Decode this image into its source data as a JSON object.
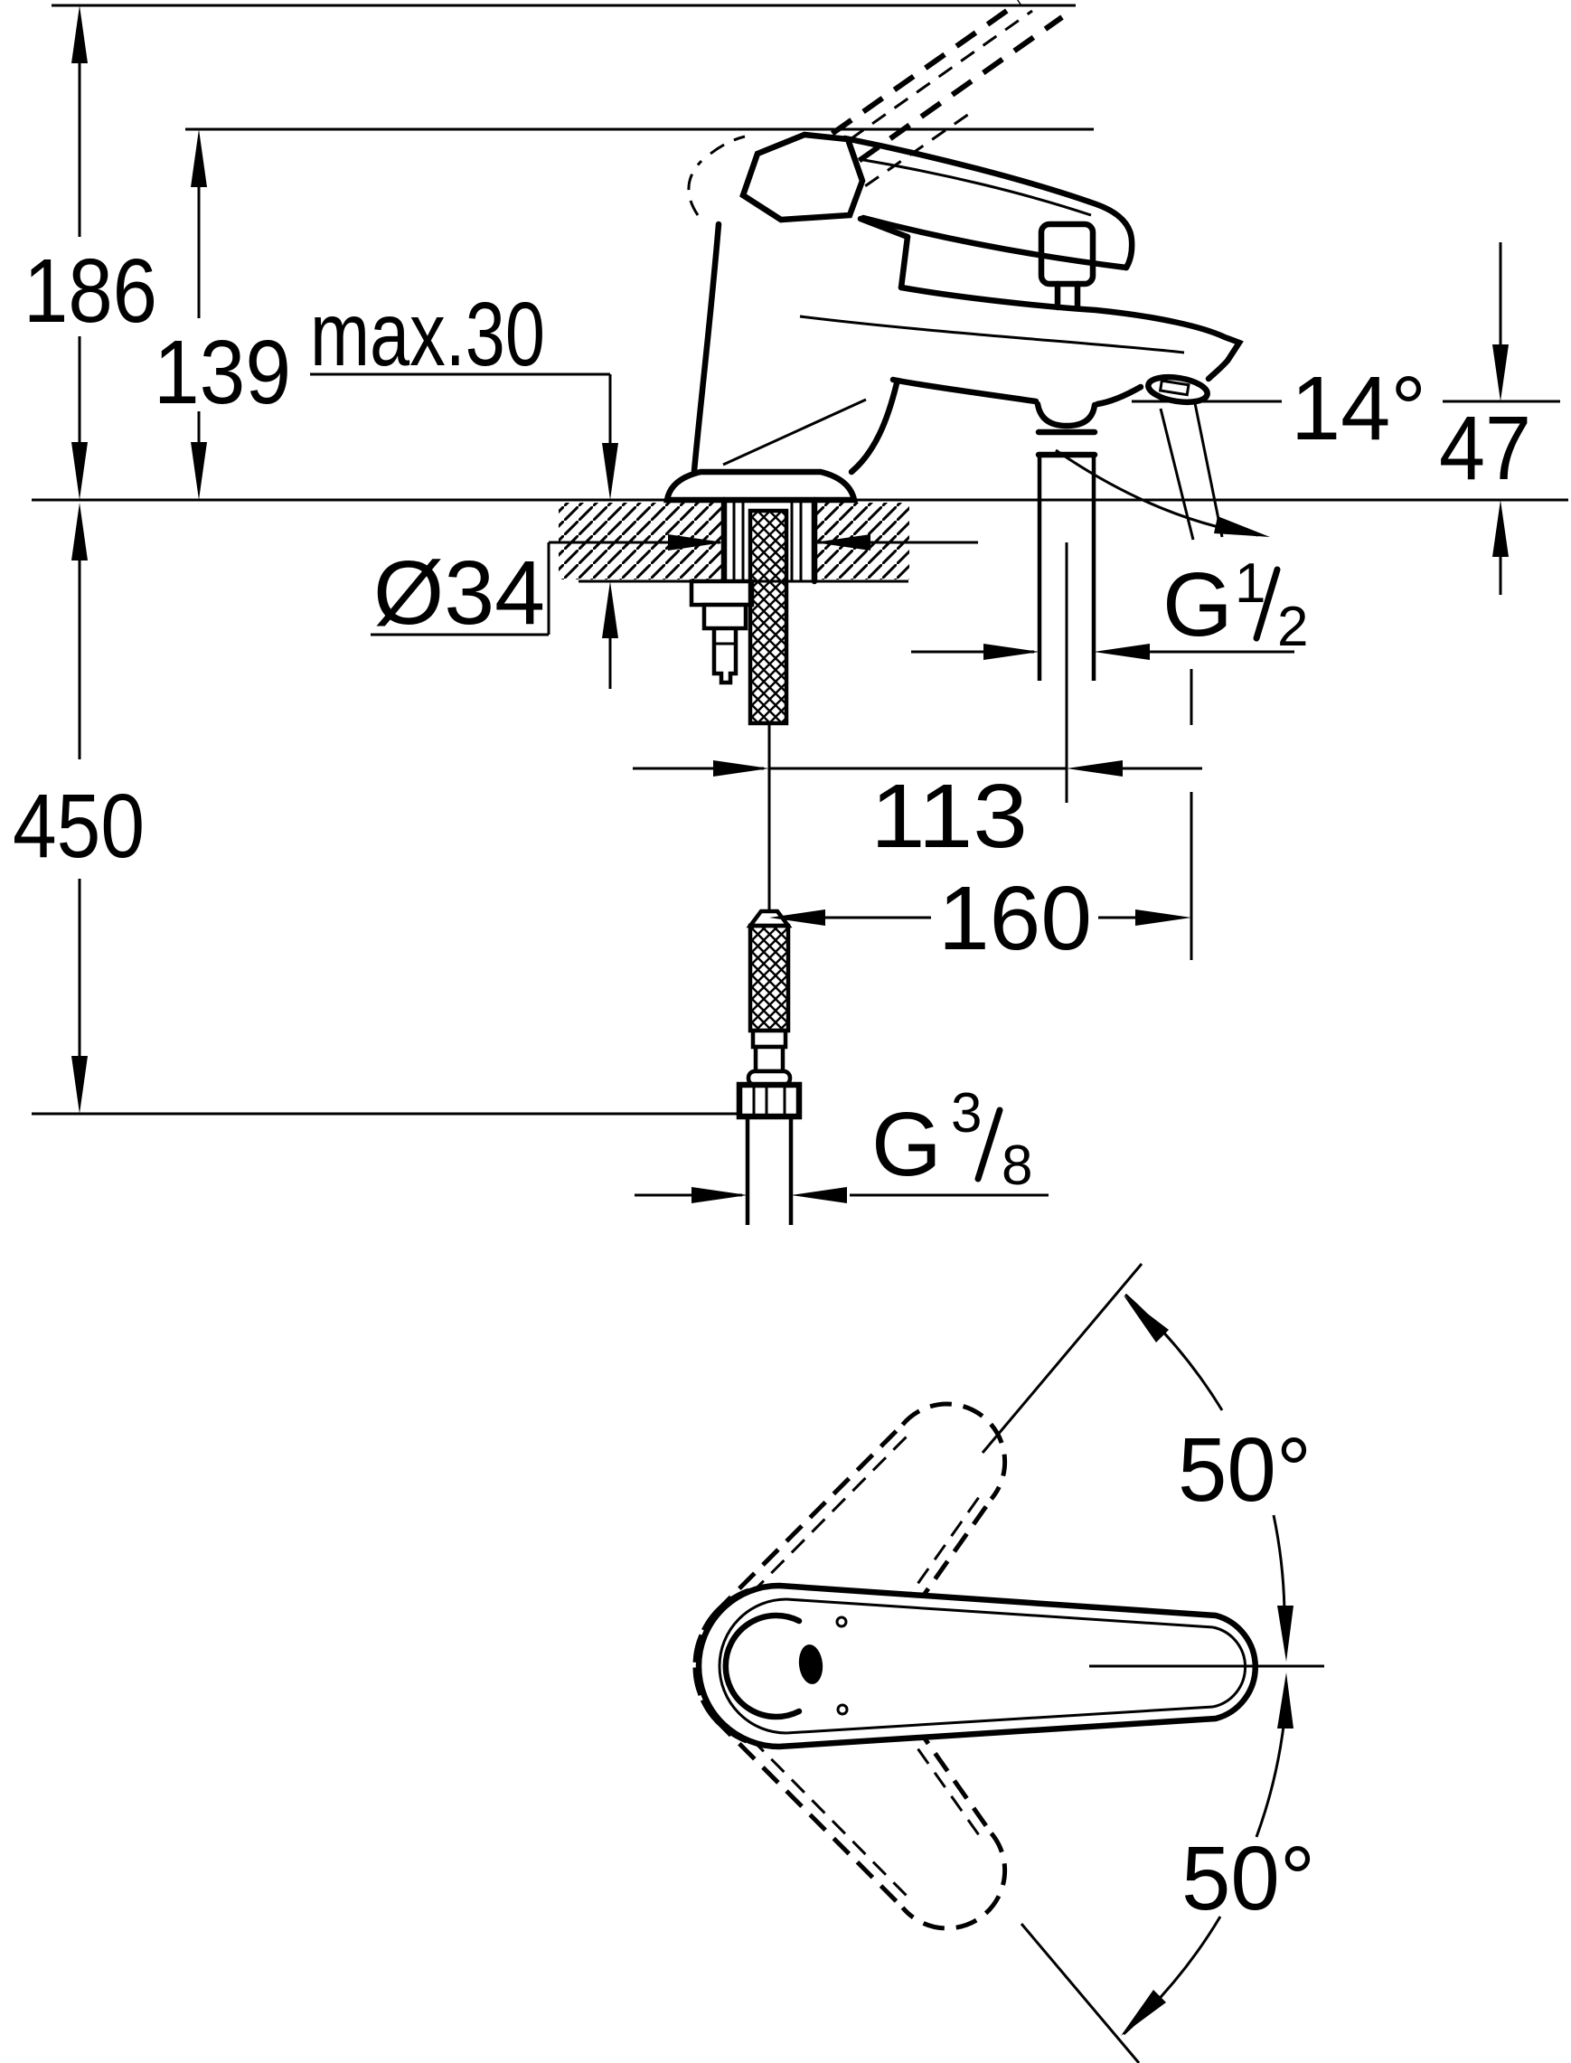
{
  "drawing": {
    "type": "faucet-installation-dimension-drawing",
    "views": {
      "side_view": "single-hole bath/basin mixer with diverter and hand-shower hose",
      "top_view": "lever swing range"
    },
    "dimensions": {
      "height_total": "186",
      "height_lever_closed": "139",
      "deck_thickness_max": "max.30",
      "hole_diameter": "Ø34",
      "hose_length_below_deck": "450",
      "hand_shower_offset": "113",
      "spout_reach": "160",
      "outlet_spray_angle": "14°",
      "outlet_height_above_deck": "47",
      "lever_swing_upper": "50°",
      "lever_swing_lower": "50°",
      "shower_hose_connection": {
        "prefix": "G",
        "numerator": "1",
        "denominator": "2"
      },
      "supply_connection": {
        "prefix": "G",
        "numerator": "3",
        "denominator": "8"
      }
    },
    "line_color": "#000000",
    "background_color": "#ffffff"
  }
}
